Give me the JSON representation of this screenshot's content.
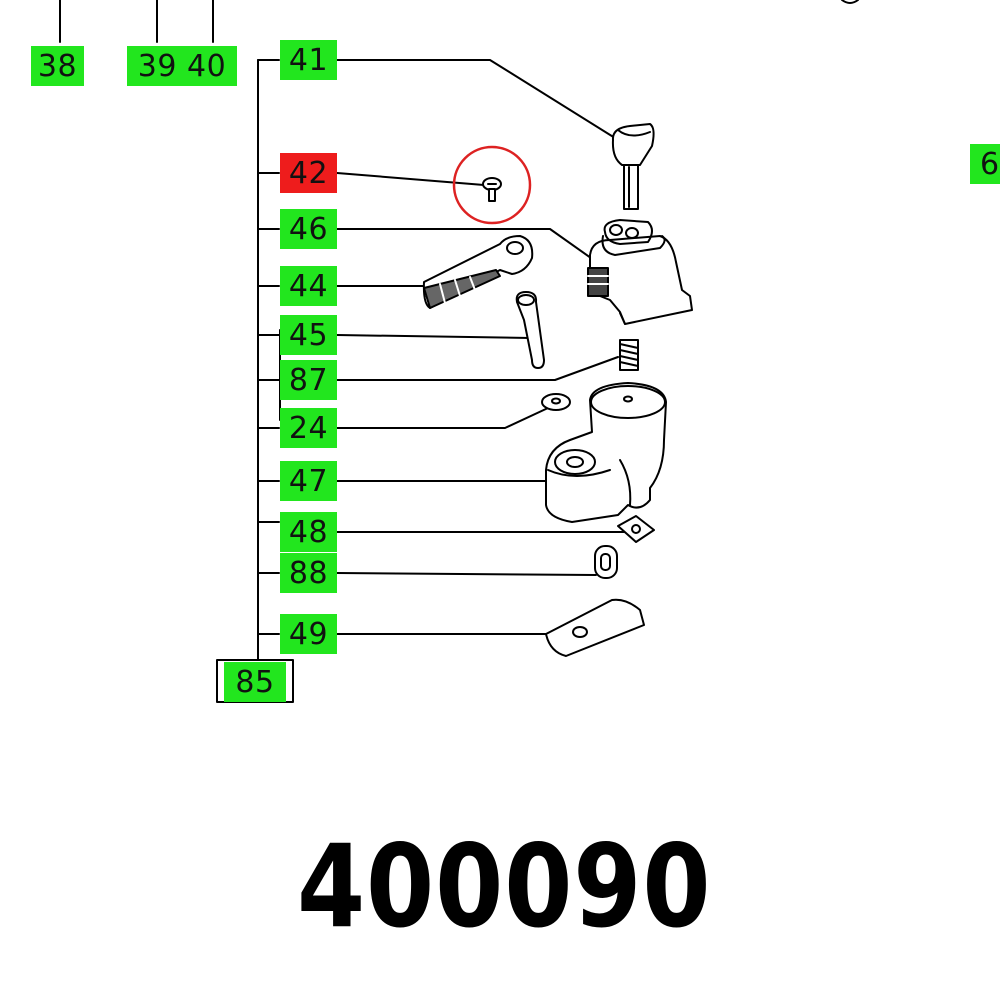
{
  "colors": {
    "label_bg": "#22e61e",
    "selected_bg": "#ee1c1c",
    "line": "#000000",
    "highlight_circle": "#dd2222"
  },
  "labels": {
    "l38": "38",
    "l39": "39",
    "l40": "40",
    "l41": "41",
    "l42": "42",
    "l46": "46",
    "l44": "44",
    "l45": "45",
    "l87": "87",
    "l24": "24",
    "l47": "47",
    "l48": "48",
    "l88": "88",
    "l49": "49",
    "l85": "85",
    "l6x": "6"
  },
  "selected_label": "42",
  "part_number": "400090"
}
